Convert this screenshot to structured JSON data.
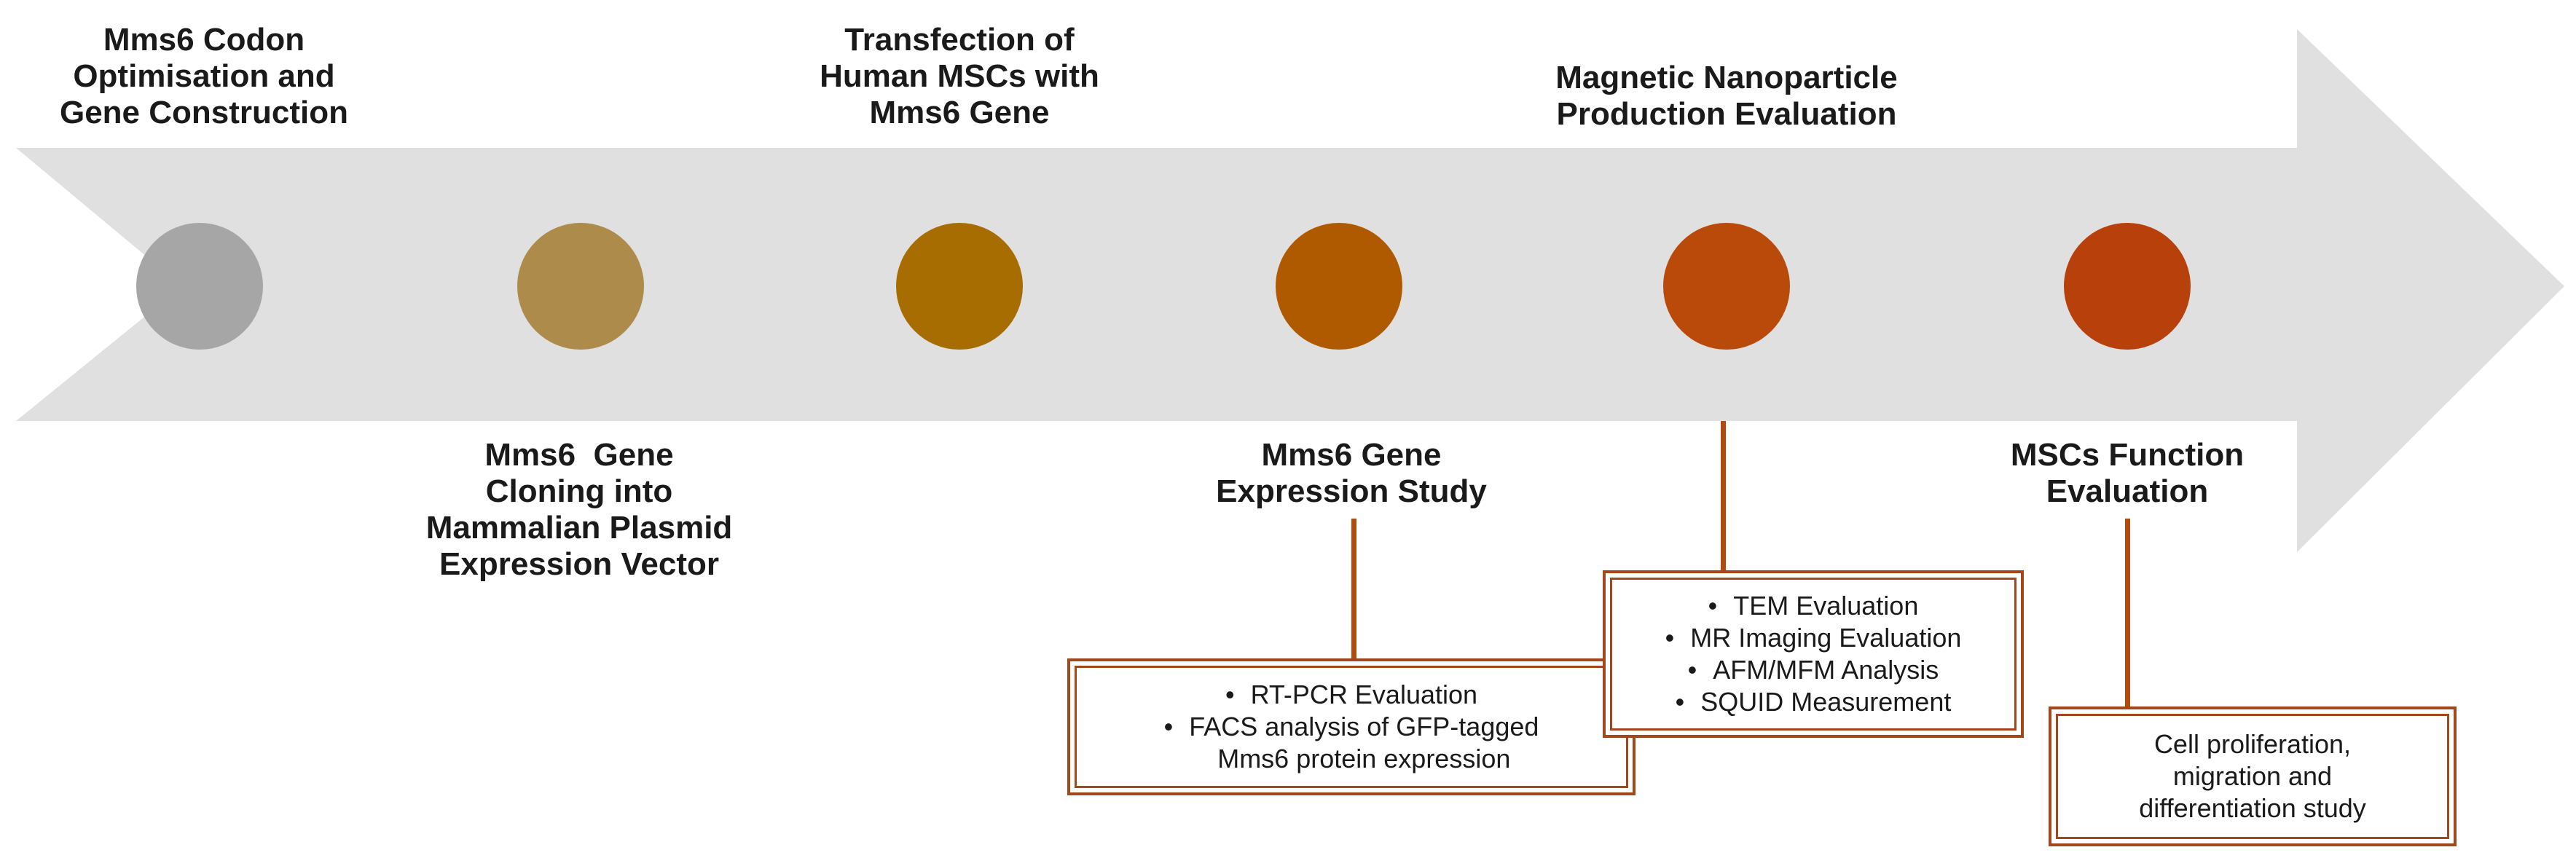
{
  "colors": {
    "arrow_fill": "#e0e0e0",
    "connector": "#b34a0f",
    "box_border": "#a3481c",
    "steps": [
      "#a6a6a6",
      "#ad8b4a",
      "#a86d00",
      "#b05a00",
      "#b94a0a",
      "#b8400a"
    ]
  },
  "steps": [
    {
      "name": "step-1",
      "label_lines": [
        "Mms6 Codon",
        "Optimisation and",
        "Gene Construction"
      ],
      "position": "above"
    },
    {
      "name": "step-2",
      "label_lines": [
        "Mms6  Gene",
        "Cloning into",
        "Mammalian Plasmid",
        "Expression Vector"
      ],
      "position": "below"
    },
    {
      "name": "step-3",
      "label_lines": [
        "Transfection of",
        "Human MSCs with",
        "Mms6 Gene"
      ],
      "position": "above"
    },
    {
      "name": "step-4",
      "label_lines": [
        "Mms6 Gene",
        "Expression Study"
      ],
      "position": "below"
    },
    {
      "name": "step-5",
      "label_lines": [
        "Magnetic Nanoparticle",
        "Production Evaluation"
      ],
      "position": "above"
    },
    {
      "name": "step-6",
      "label_lines": [
        "MSCs Function",
        "Evaluation"
      ],
      "position": "below"
    }
  ],
  "boxes": {
    "expression": {
      "items": [
        {
          "bullet": "•",
          "lines": [
            "RT-PCR Evaluation"
          ]
        },
        {
          "bullet": "•",
          "lines": [
            "FACS analysis of GFP-tagged",
            "Mms6 protein expression"
          ]
        }
      ]
    },
    "nanoparticle": {
      "items": [
        {
          "bullet": "•",
          "lines": [
            "TEM Evaluation"
          ]
        },
        {
          "bullet": "•",
          "lines": [
            "MR Imaging Evaluation"
          ]
        },
        {
          "bullet": "•",
          "lines": [
            "AFM/MFM Analysis"
          ]
        },
        {
          "bullet": "•",
          "lines": [
            "SQUID Measurement"
          ]
        }
      ]
    },
    "function": {
      "lines": [
        "Cell proliferation,",
        "migration and",
        "differentiation study"
      ]
    }
  }
}
